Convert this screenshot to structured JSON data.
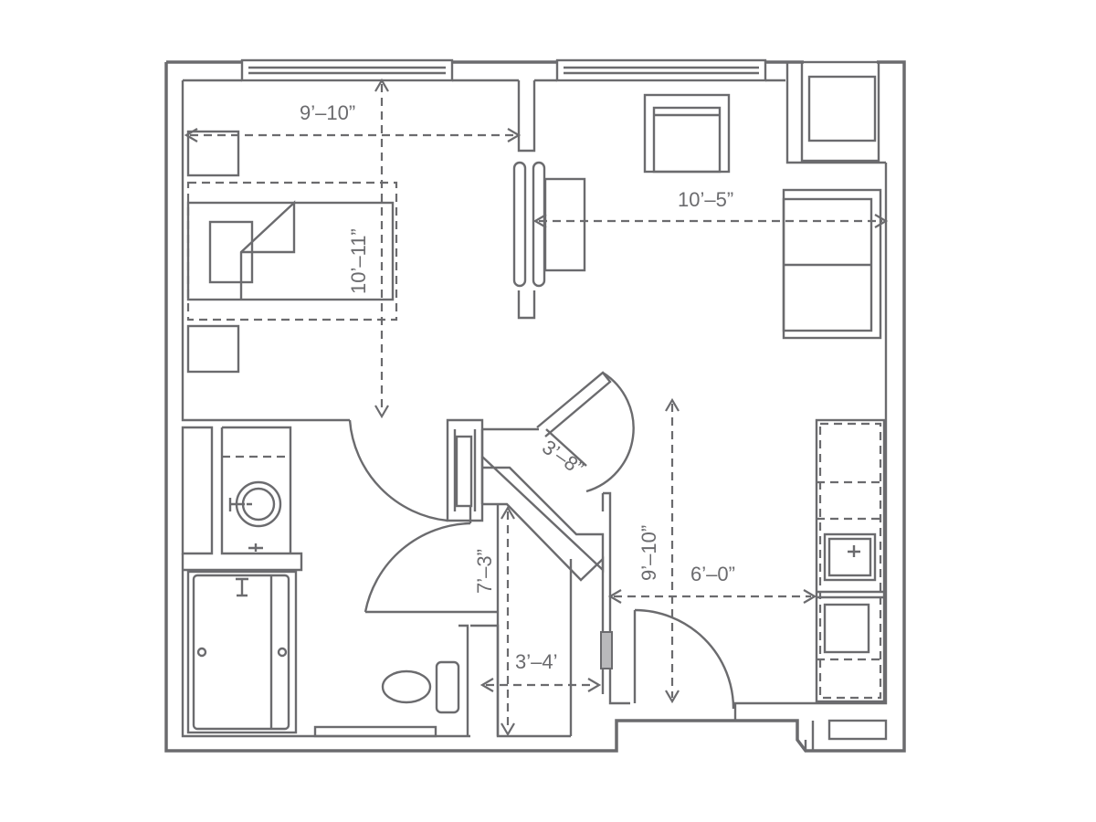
{
  "colors": {
    "line": "#6b6b6e",
    "background": "#ffffff"
  },
  "dimensions": {
    "bedroom_width": "9’–10”",
    "bedroom_length": "10’–11”",
    "living_width": "10’–5”",
    "closet_door": "3’–8”",
    "hall_length": "7’–3”",
    "hall_width": "3’–4’",
    "kitchen_length": "9’–10”",
    "kitchen_width": "6’–0”"
  }
}
